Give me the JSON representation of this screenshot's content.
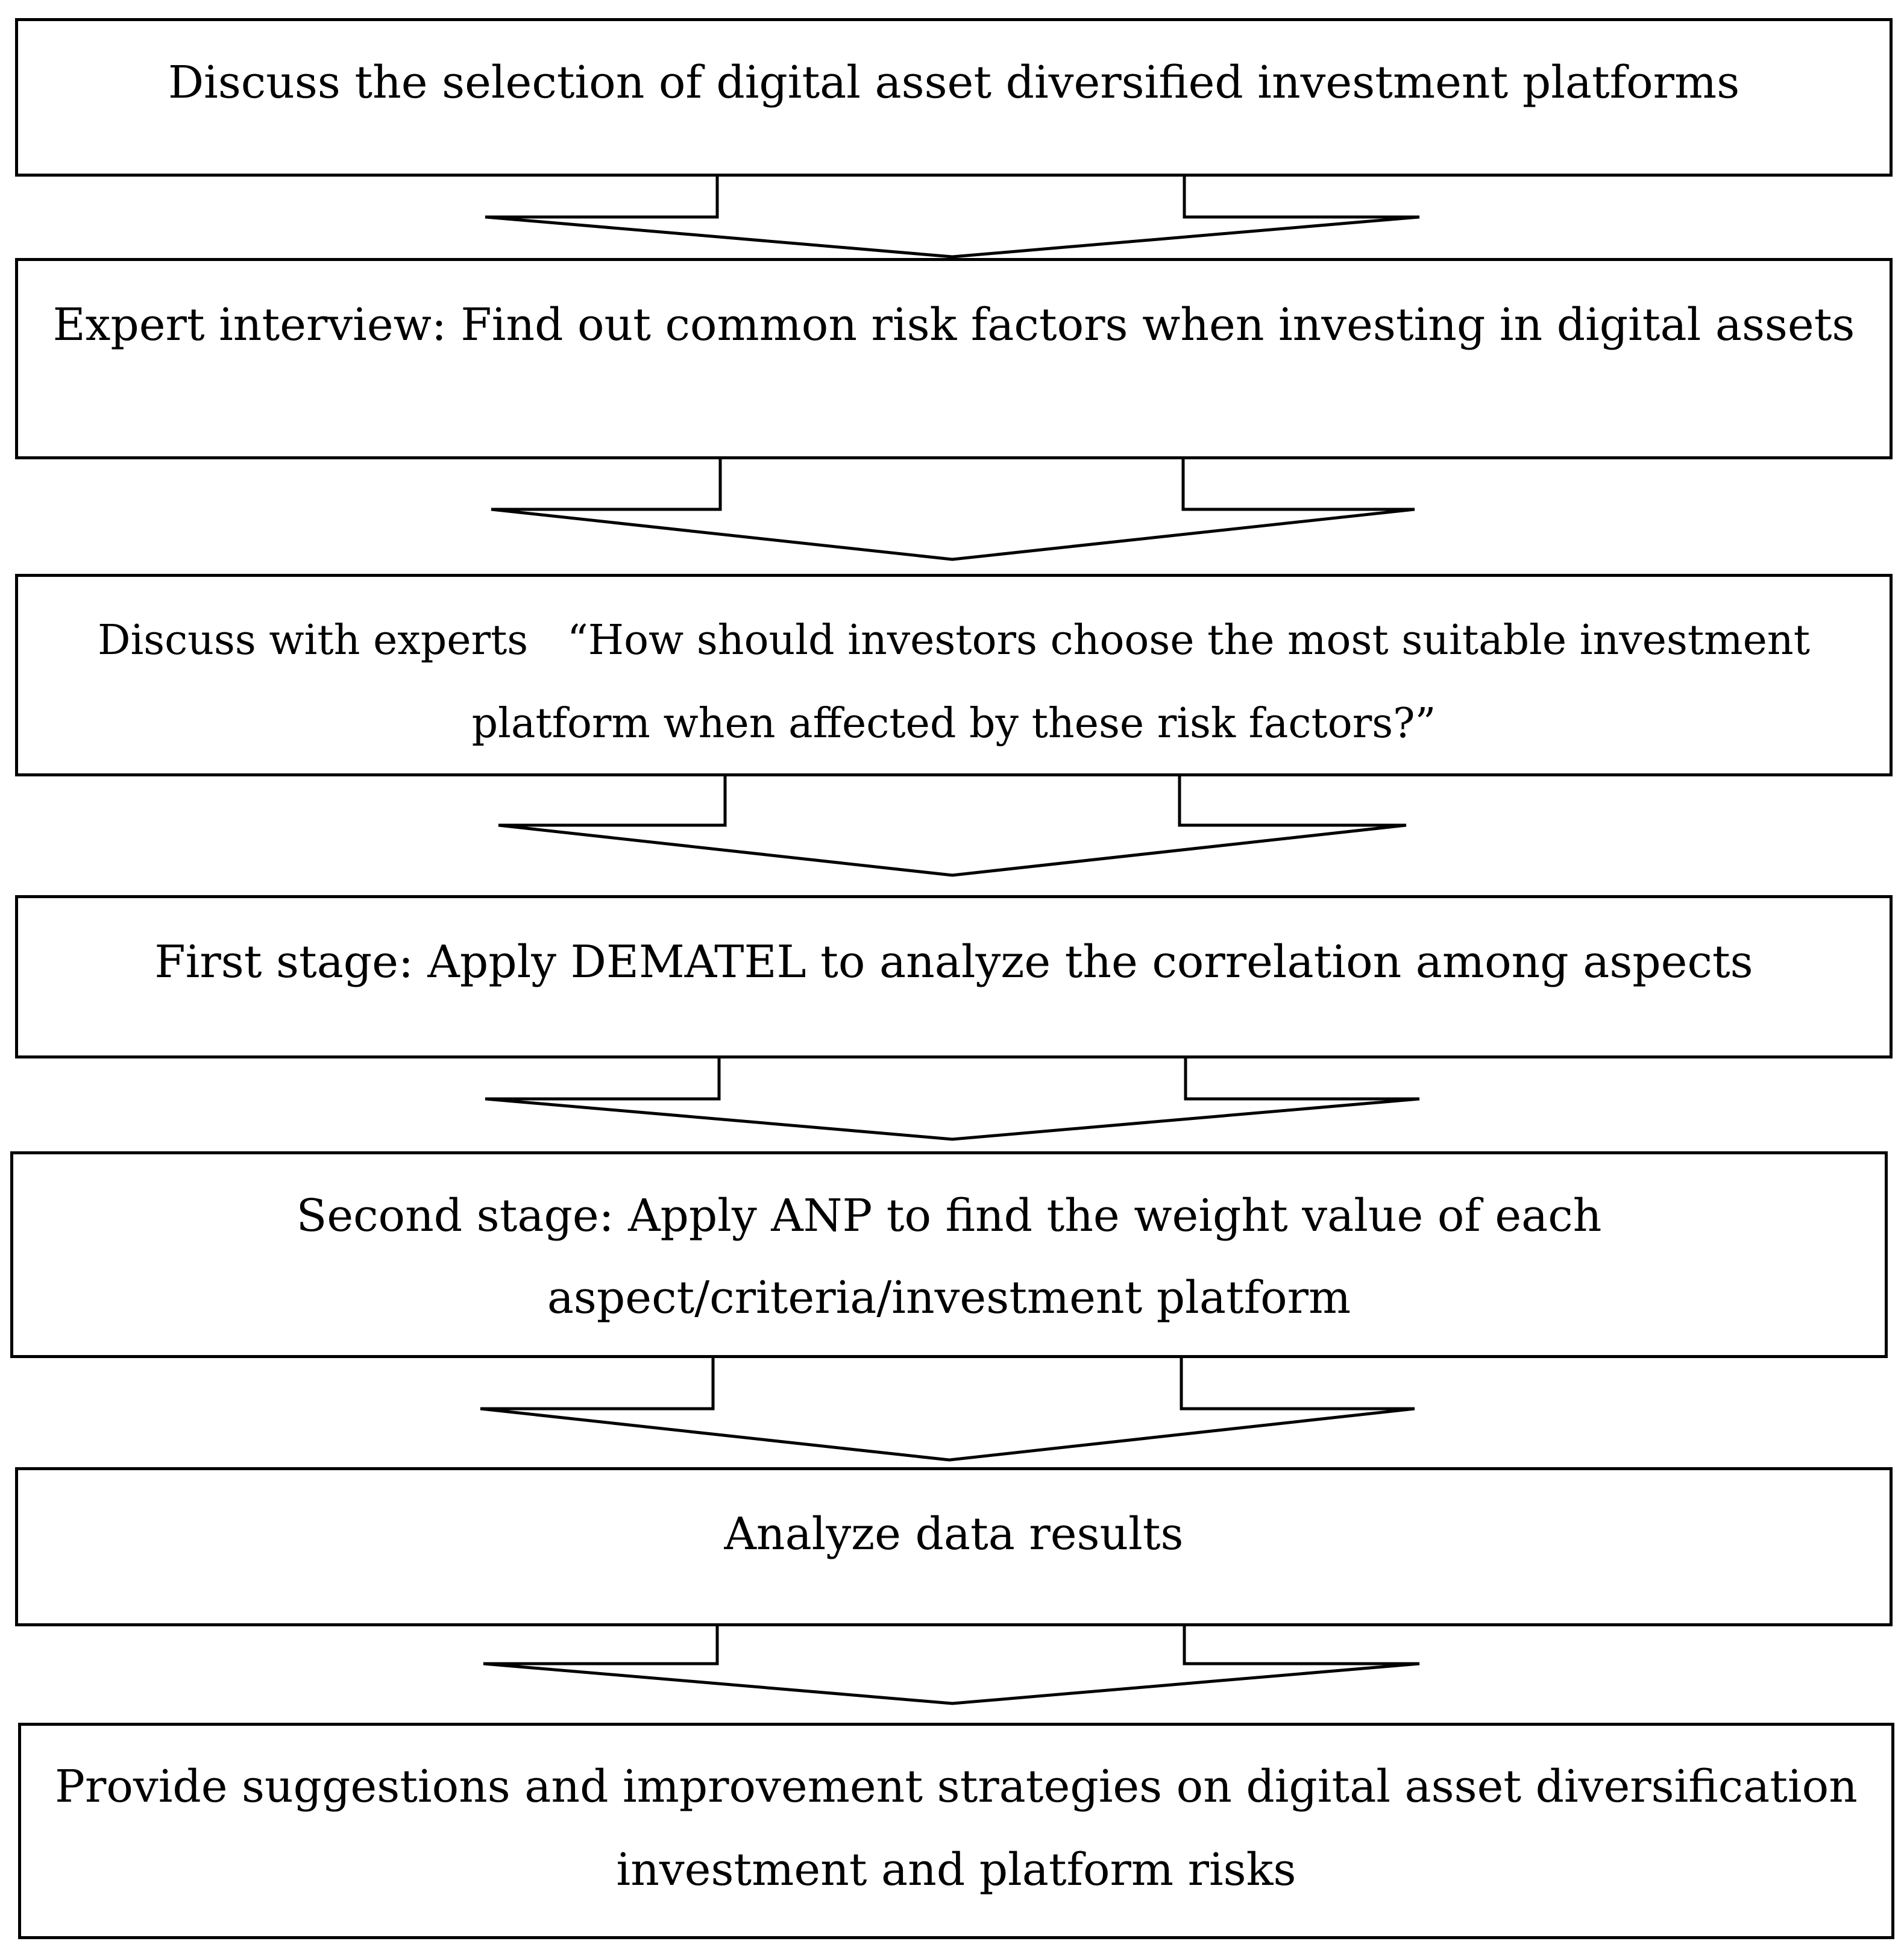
{
  "flowchart": {
    "steps": [
      {
        "id": "step-1",
        "lines": [
          "Discuss the selection of digital asset diversified investment platforms"
        ]
      },
      {
        "id": "step-2",
        "lines": [
          "Expert interview: Find out common risk factors when investing in digital assets"
        ]
      },
      {
        "id": "step-3",
        "lines": [
          "Discuss with experts   “How should investors choose the most suitable investment",
          "platform when affected by these risk factors?”"
        ]
      },
      {
        "id": "step-4",
        "lines": [
          "First stage: Apply DEMATEL to analyze the correlation among aspects"
        ]
      },
      {
        "id": "step-5",
        "lines": [
          "Second stage: Apply ANP to find the weight value of each",
          "aspect/criteria/investment platform"
        ]
      },
      {
        "id": "step-6",
        "lines": [
          "Analyze data results"
        ]
      },
      {
        "id": "step-7",
        "lines": [
          "Provide suggestions and improvement strategies on digital asset diversification",
          "investment and platform risks"
        ]
      }
    ],
    "colors": {
      "stroke": "#000000",
      "fill": "#ffffff",
      "text": "#000000"
    }
  }
}
